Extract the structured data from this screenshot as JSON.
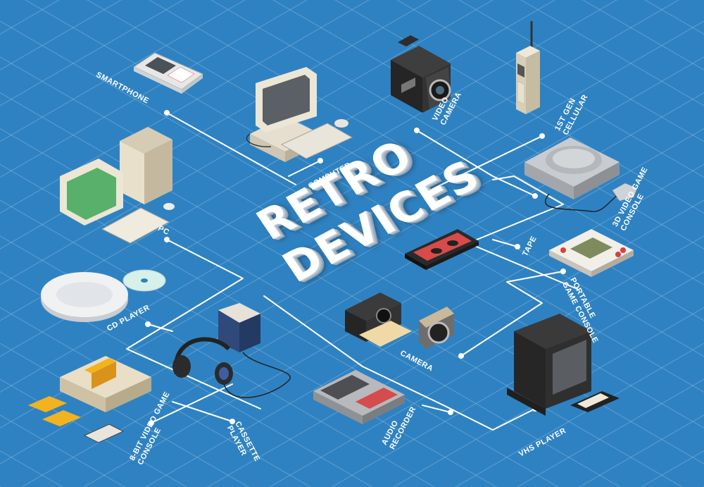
{
  "title": {
    "line1": "RETRO",
    "line2": "DEVICES"
  },
  "colors": {
    "background": "#2f82c2",
    "lines": "#ffffff",
    "text": "#ffffff"
  },
  "devices": {
    "smartphone": "SMARTPHONE",
    "computer": "COMPUTER",
    "video_camera": "VIDEO\nCAMERA",
    "cellular": "1ST GEN\nCELLULAR",
    "console_3d": "3D VIDEO GAME\nCONSOLE",
    "pc": "PC",
    "tape": "TAPE",
    "portable_console": "PORTABLE\nGAME CONSOLE",
    "cd_player": "CD PLAYER",
    "camera": "CAMERA",
    "vhs_player": "VHS PLAYER",
    "audio_recorder": "AUDIO\nRECORDER",
    "cassette_player": "CASSETTE\nPLAYER",
    "console_8bit": "8-BIT VIDEO GAME\nCONSOLE"
  }
}
